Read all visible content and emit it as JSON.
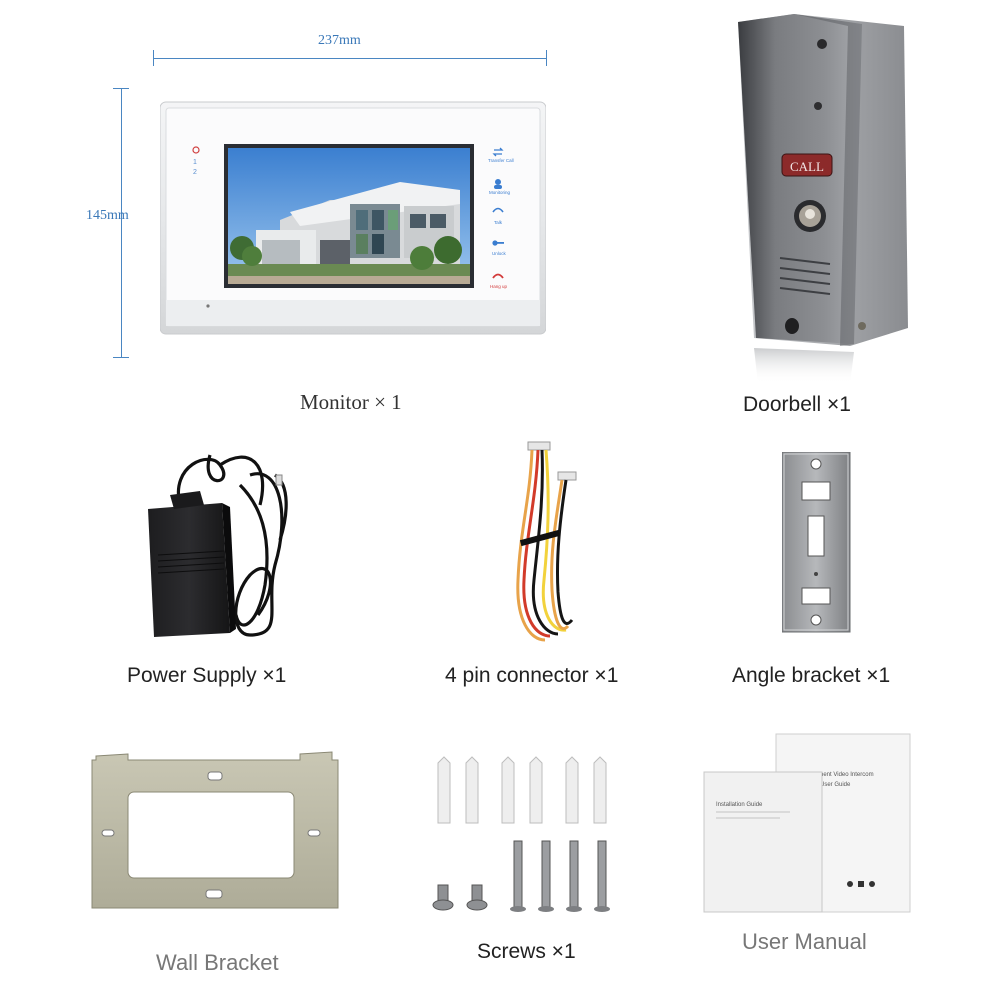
{
  "dimensions": {
    "width_label": "237mm",
    "height_label": "145mm"
  },
  "monitor": {
    "indicators": [
      "1",
      "2"
    ],
    "side_buttons": [
      "Transfer Call",
      "Monitoring",
      "Talk",
      "Unlock",
      "Hang up"
    ]
  },
  "doorbell": {
    "button_label": "CALL"
  },
  "manual": {
    "front_title": "Digital Apartment Video Intercom",
    "front_subtitle": "User Guide",
    "back_title": "Installation Guide"
  },
  "items": {
    "monitor": "Monitor × 1",
    "doorbell": "Doorbell ×1",
    "power_supply": "Power Supply ×1",
    "connector": "4 pin connector ×1",
    "angle_bracket": "Angle bracket ×1",
    "wall_bracket": "Wall Bracket",
    "screws": "Screws ×1",
    "user_manual": "User Manual"
  },
  "colors": {
    "dimension_line": "#4a86c2",
    "doorbell_body": "#6d6f74",
    "call_button": "#8c2a2a",
    "wall_bracket": "#b9b7a4"
  }
}
